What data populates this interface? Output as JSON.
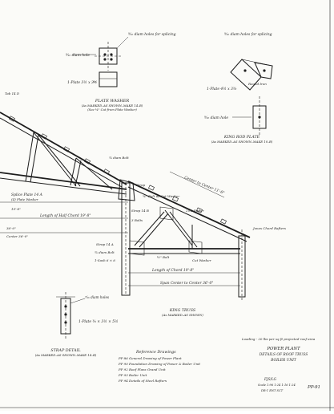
{
  "plate_washer": {
    "hole_left": "⁹⁄₁₆ diam hole",
    "hole_top": "⁹⁄₁₆ diam holes for splicing",
    "plate_size": "1-Plate 3½ x 3½",
    "title": "PLATE WASHER",
    "scale": "(As MARKED–AS SHOWN–MAKE 14–B)",
    "note": "(See ¼\" Cut from Plate Washer)"
  },
  "king_rod": {
    "hole_top": "⁹⁄₁₆ diam holes for splicing",
    "rod_label": "Round Iron",
    "plate_size": "1-Plate 4½ x 3⅜",
    "hole_bottom": "⁹⁄₁₆ diam hole",
    "title": "KING ROD PLATE",
    "scale": "(As MARKED–AS SHOWN–MAKE 10–B)"
  },
  "truss": {
    "left_labels": {
      "tab": "Tab 14 D",
      "splice": "Splice Plate 14 A",
      "washer": "(4) Plate Washer",
      "len_half": "Length of Half Chord 19'-8\"",
      "dim_left": "19'-8\"",
      "dim_mid": "36'-0\"",
      "dim_low": "Center 36'-0\""
    },
    "annotations": {
      "a1": "⁵⁄₈ diam Bolt",
      "a2": "Strap",
      "a3": "Center to Center 11'-8\"",
      "a4": "2×6 Rafter",
      "a5": "¾\" Bolt w/ Cut Washer",
      "a6": "Strap 14 A",
      "a7": "⁵⁄₈ diam Bolt",
      "a8": "1-Sash 6 × 6",
      "a9": "½\" Bolt",
      "a10": "Cut Washer",
      "a11": "Jones Chord Rafters",
      "a12": "Length of Chord 19'-8\"",
      "a13": "Span Center to Center 36'-0\"",
      "a14": "Strap 14 B",
      "a15": "3 Bolts"
    },
    "title": "KING TRUSS",
    "scale": "(As MARKED–AS SHOWN)"
  },
  "strap_detail": {
    "hole": "⁹⁄₁₆ diam holes",
    "plate": "1-Plate ⅜ × 3½ × 5½",
    "title": "STRAP DETAIL",
    "scale": "(As MARKED–AS SHOWN–MAKE 14–B)"
  },
  "loading_note": "Loading - 20 lbs per sq ft projected roof area",
  "references": {
    "title": "Reference Drawings",
    "items": [
      "PP 86 General Drawing of Power Plant",
      "PP 90 Foundation Drawing of Power & Boiler Unit",
      "PP 92 Roof Plans Grand Unit",
      "PP 93 Boiler Unit",
      "PP 94 Details of Steel Rafters"
    ]
  },
  "title_block": {
    "line1": "POWER PLANT",
    "line2": "DETAILS OF ROOF TRUSS",
    "line3": "BOILER UNIT",
    "sheet_no": "PP-91",
    "approved": "FJS/LG",
    "codes": "Scale 1:96 1:24 1:16 1:24",
    "drawn": "DR-1  ENT  SCT"
  }
}
